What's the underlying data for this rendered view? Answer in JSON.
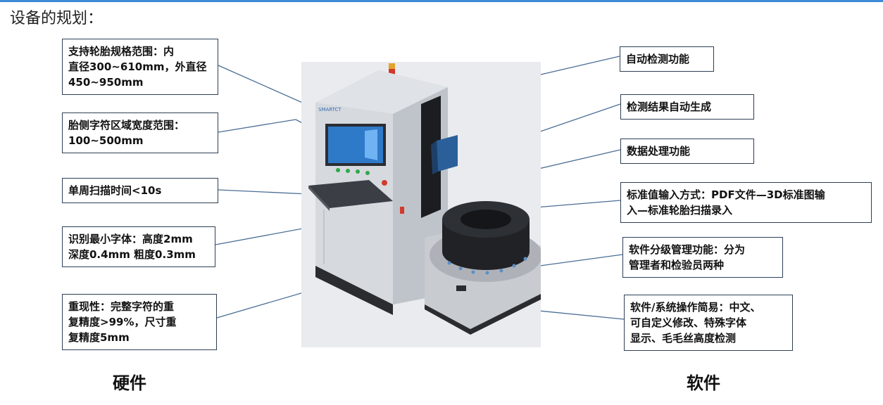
{
  "title": "设备的规划：",
  "hardware_label": "硬件",
  "software_label": "软件",
  "colors": {
    "line": "#4a6e95",
    "border": "#2e3f55",
    "accent": "#3d8ad6"
  },
  "callouts_left": [
    {
      "id": "tire-spec",
      "text": "支持轮胎规格范围：内\n直径300~610mm，外直径\n450~950mm"
    },
    {
      "id": "sidewall-width",
      "text": "胎侧字符区域宽度范围：\n100~500mm"
    },
    {
      "id": "scan-time",
      "text": "单周扫描时间<10s"
    },
    {
      "id": "min-char",
      "text": "识别最小字体：高度2mm\n深度0.4mm  粗度0.3mm"
    },
    {
      "id": "repeatability",
      "text": "重现性：完整字符的重\n复精度>99%，尺寸重\n复精度5mm"
    }
  ],
  "callouts_right": [
    {
      "id": "auto-detect",
      "text": "自动检测功能"
    },
    {
      "id": "auto-result",
      "text": "检测结果自动生成"
    },
    {
      "id": "data-process",
      "text": "数据处理功能"
    },
    {
      "id": "std-input",
      "text": "标准值输入方式：PDF文件—3D标准图输\n入—标准轮胎扫描录入"
    },
    {
      "id": "sw-levels",
      "text": "软件分级管理功能：分为\n管理者和检验员两种"
    },
    {
      "id": "sw-simple",
      "text": "软件/系统操作简易：中文、\n可自定义修改、特殊字体\n显示、毛毛丝高度检测"
    }
  ],
  "machine": {
    "brand": "SMARTCT",
    "icons": [
      "tire-scanner-machine",
      "signal-tower-icon",
      "touch-screen-monitor",
      "laser-scanner-head",
      "tire-on-turntable"
    ]
  }
}
